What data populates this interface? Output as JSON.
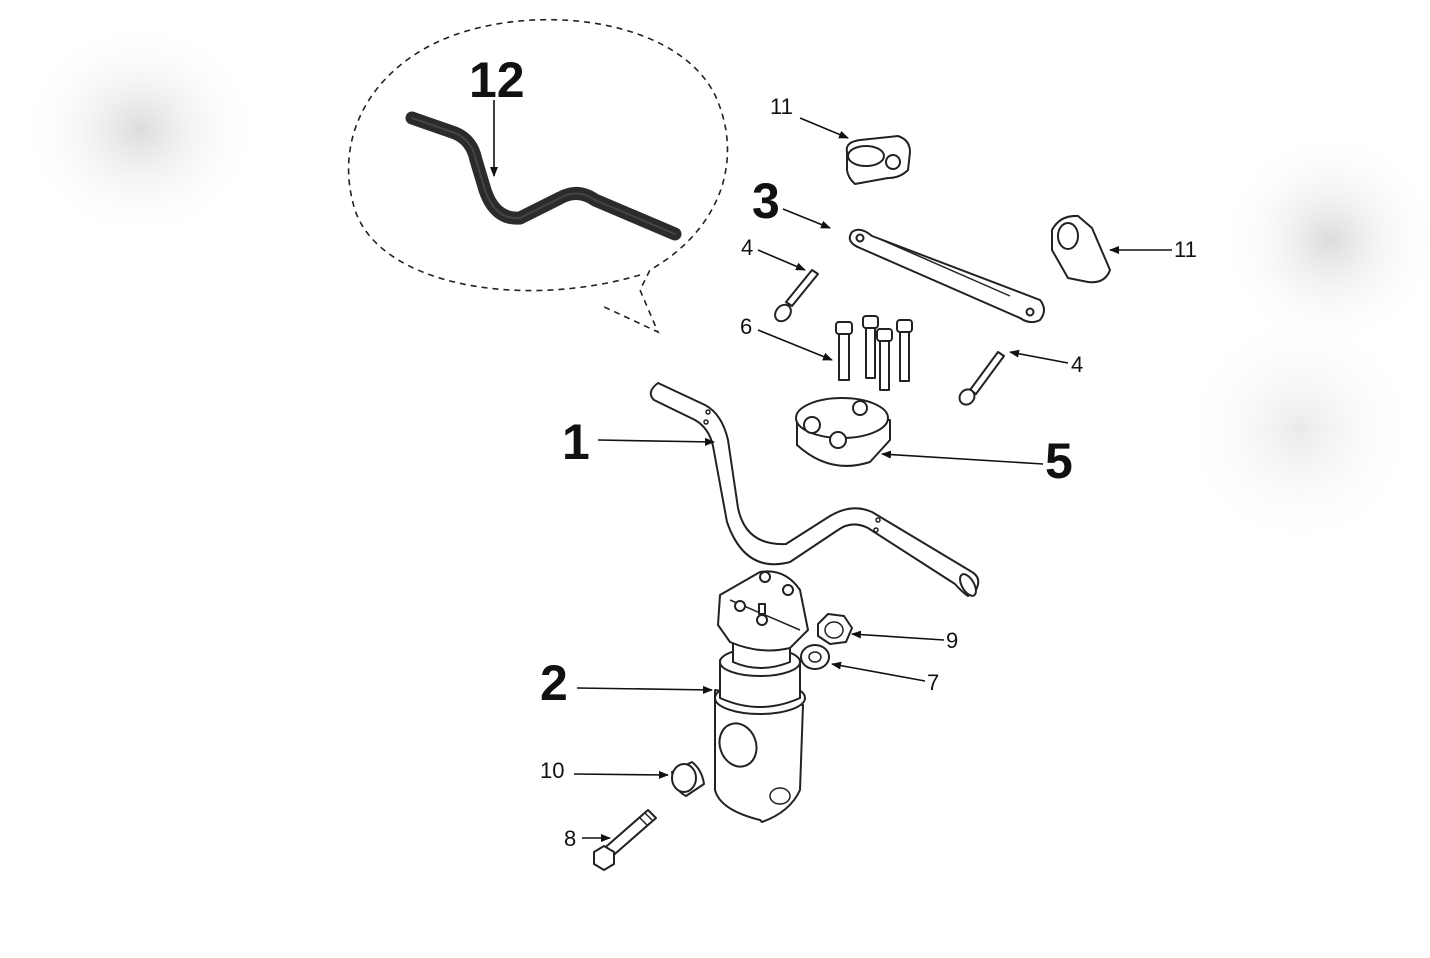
{
  "callouts": {
    "c1": "1",
    "c2": "2",
    "c3": "3",
    "c4a": "4",
    "c4b": "4",
    "c5": "5",
    "c6": "6",
    "c7": "7",
    "c8": "8",
    "c9": "9",
    "c10": "10",
    "c11a": "11",
    "c11b": "11",
    "c12": "12"
  },
  "colors": {
    "line": "#222222",
    "part_fill": "#ffffff",
    "alt_bar": "#2b2b2b",
    "background": "#ffffff"
  }
}
